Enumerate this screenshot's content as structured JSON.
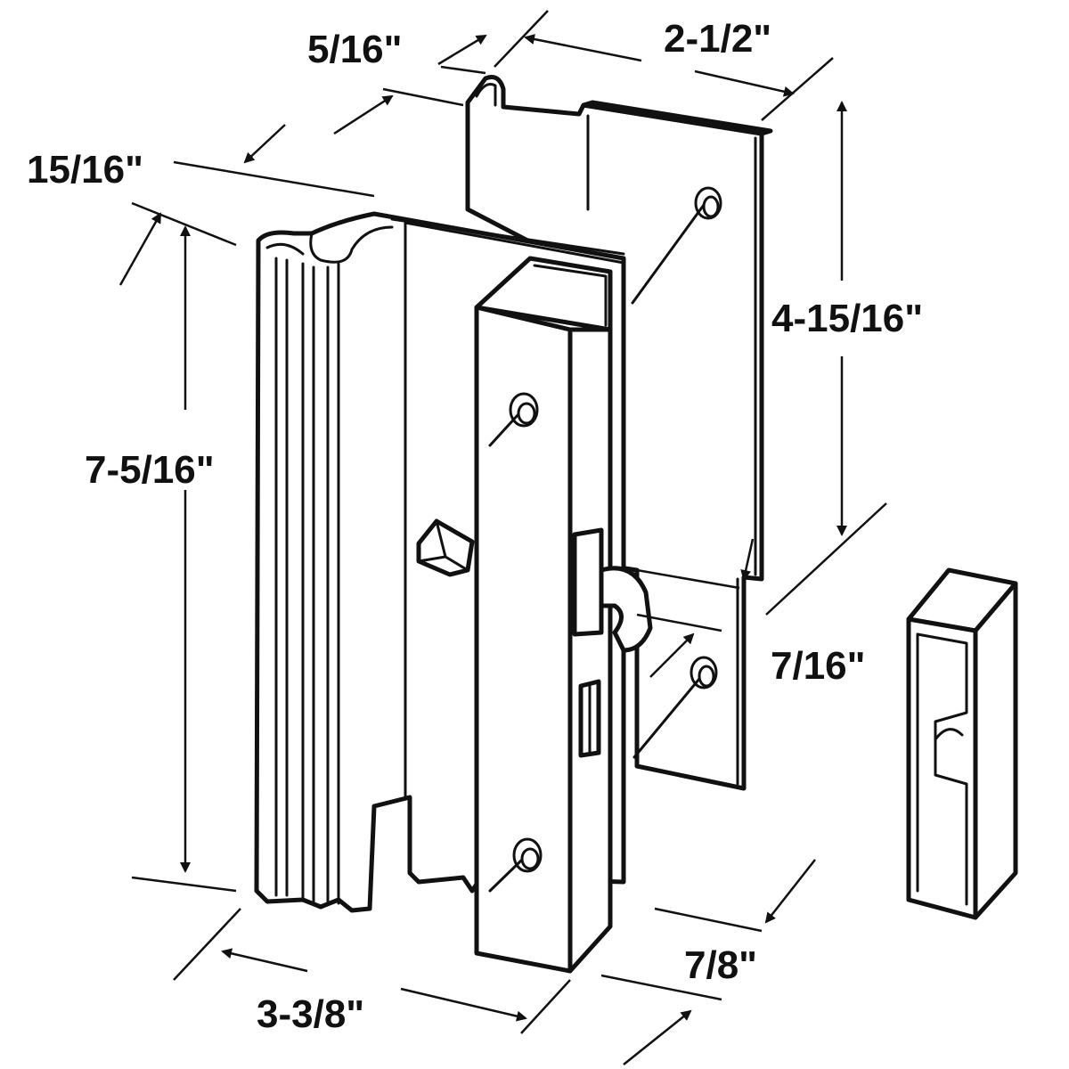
{
  "dimensions": {
    "d_5_16": "5/16\"",
    "d_2_1_2": "2-1/2\"",
    "d_15_16": "15/16\"",
    "d_4_15_16": "4-15/16\"",
    "d_7_5_16": "7-5/16\"",
    "d_7_16": "7/16\"",
    "d_7_8": "7/8\"",
    "d_3_3_8": "3-3/8\""
  },
  "colors": {
    "ink": "#111111",
    "background": "#ffffff"
  }
}
